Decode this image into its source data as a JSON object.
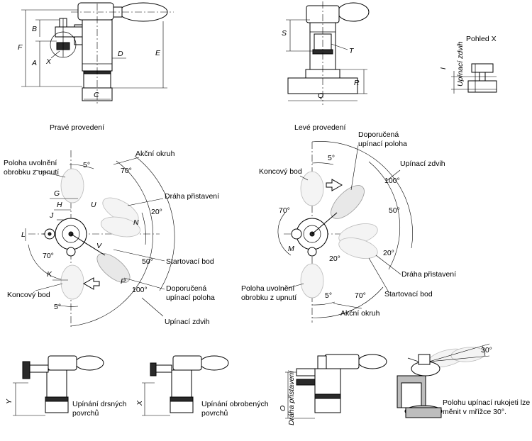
{
  "views": {
    "pohled_x": "Pohled X",
    "prave": "Pravé provedení",
    "leve": "Levé provedení"
  },
  "dims_top_left": {
    "F": "F",
    "B": "B",
    "A": "A",
    "X": "X",
    "D": "D",
    "E": "E",
    "C": "C"
  },
  "dims_top_mid": {
    "S": "S",
    "T": "T",
    "R": "R",
    "Q": "Q"
  },
  "dims_view_x": {
    "I": "I",
    "label": "Upínací zdvih"
  },
  "right": {
    "akcni_okruh": "Akční okruh",
    "poloha_uvolneni_1": "Poloha uvolnění",
    "poloha_uvolneni_2": "obrobku z upnutí",
    "draha_pristaveni": "Dráha přistavení",
    "startovaci_bod": "Startovací bod",
    "doporucena_1": "Doporučená",
    "doporucena_2": "upínací poloha",
    "koncovy_bod": "Koncový bod",
    "upinaci_zdvih": "Upínací zdvih",
    "a5a": "5°",
    "a70": "70°",
    "a20": "20°",
    "a50": "50°",
    "a100": "100°",
    "a70b": "70°",
    "a5b": "5°",
    "G": "G",
    "H": "H",
    "J": "J",
    "L": "L",
    "U": "U",
    "N": "N",
    "V": "V",
    "K": "K",
    "P": "P"
  },
  "left": {
    "doporucena_1": "Doporučená",
    "doporucena_2": "upínací poloha",
    "upinaci_zdvih": "Upínací zdvih",
    "koncovy_bod": "Koncový bod",
    "poloha_uvolneni_1": "Poloha uvolnění",
    "poloha_uvolneni_2": "obrobku z upnutí",
    "draha_pristaveni": "Dráha přistavení",
    "startovaci_bod": "Startovací bod",
    "akcni_okruh": "Akční okruh",
    "a5a": "5°",
    "a100": "100°",
    "a50": "50°",
    "a70": "70°",
    "a20": "20°",
    "a20b": "20°",
    "a5b": "5°",
    "a70b": "70°",
    "M": "M"
  },
  "bottom": {
    "drsne_1": "Upínání drsných",
    "drsne_2": "povrchů",
    "obrobene_1": "Upínání obrobených",
    "obrobene_2": "povrchů",
    "Y": "Y",
    "X": "X",
    "O": "O",
    "draha": "Dráha přistavení",
    "poloha_1": "Polohu upínací rukojeti lze",
    "poloha_2": "měnit v mřížce 30°.",
    "a30": "30°"
  }
}
